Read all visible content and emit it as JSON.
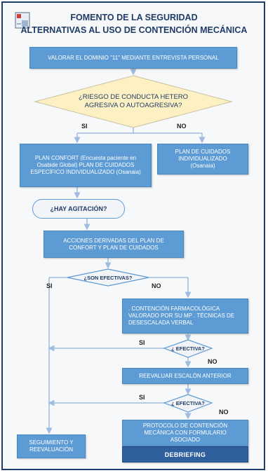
{
  "header": {
    "title_line1": "FOMENTO DE LA SEGURIDAD",
    "title_line2": "ALTERNATIVAS AL USO DE CONTENCIÓN MECÁNICA"
  },
  "flow": {
    "valorar": "VALORAR EL DOMINIO  \"11\" MEDIANTE ENTREVISTA PERSONAL",
    "riesgo": "¿RIESGO DE CONDUCTA HETERO AGRESIVA O AUTOAGRESIVA?",
    "si_1": "SI",
    "no_1": "NO",
    "plan_confort": "PLAN CONFORT (Encuesta paciente en Osabide Global) PLAN DE CUIDADOS ESPECÍFICO INDIVIDUALIZADO (Osanaia)",
    "plan_cuidados": "PLAN DE CUIDADOS INDIVIDUALIZADO (Osanaia)",
    "agitacion": "¿HAY AGITACIÓN?",
    "acciones": "ACCIONES DERIVADAS DEL PLAN DE CONFORT Y PLAN DE CUIDADOS",
    "efectivas": "¿SON EFECTIVAS?",
    "si_2": "SI",
    "no_2": "NO",
    "farmacologica": ". CONTENCIÓN FARMACOLÓGICA VALORADO POR SU MP . TÉCNICAS DE DESESCALADA VERBAL",
    "si_3": "SI",
    "efectiva_1": "¿ EFECTIVA?",
    "no_3": "NO",
    "reevaluar": "REEVALUAR ESCALÓN ANTERIOR",
    "si_4": "SI",
    "efectiva_2": "¿ EFECTIVA?",
    "no_4": "NO",
    "seguimiento": "SEGUIMIENTO Y REEVALUACIÓN",
    "protocolo": "PROTOCOLO DE CONTENCIÓN MECÁNICA CON FORMULARIO ASOCIADO",
    "debriefing": "DEBRIEFING"
  },
  "colors": {
    "box": "#5d9bd4",
    "diamond": "#fdf0c2",
    "navy": "#2f5f9d",
    "title": "#1f3b66"
  },
  "icons": [
    "hospital-logo-icon"
  ]
}
